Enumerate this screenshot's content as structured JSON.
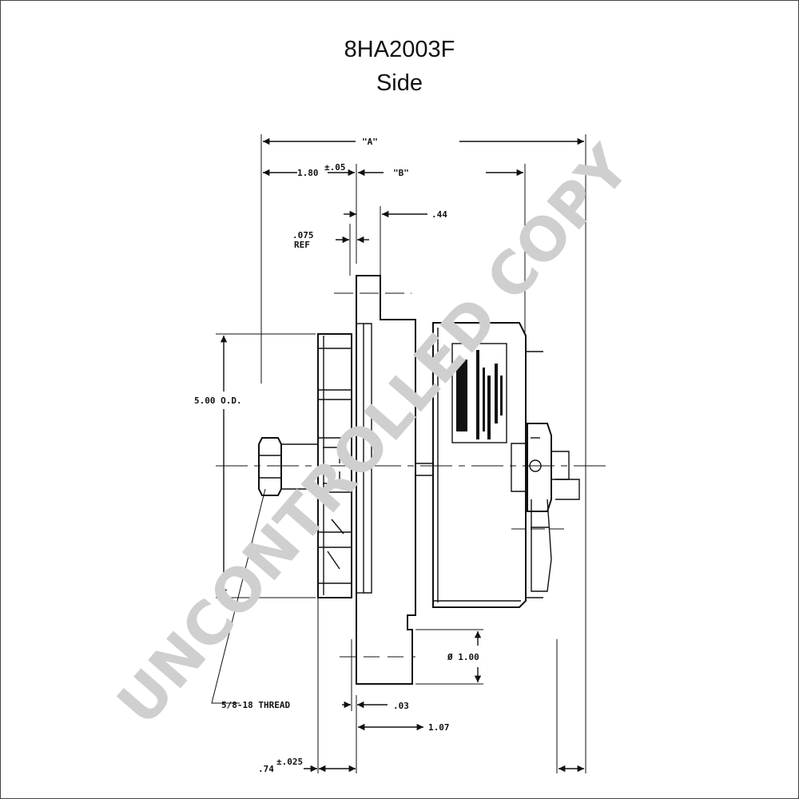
{
  "drawing": {
    "part_number": "8HA2003F",
    "view": "Side"
  },
  "watermark": "UNCONTROLLED COPY",
  "dimensions": {
    "overall": "\"A\"",
    "d180": "1.80",
    "d180_tol": "±.05",
    "b": "\"B\"",
    "d044": ".44",
    "d075": ".075",
    "ref": "REF",
    "od": "5.00 O.D.",
    "dia100": "Ø 1.00",
    "d003": ".03",
    "d107": "1.07",
    "thread": "5/8-18 THREAD",
    "d074": ".74",
    "d074_tol": "±.025"
  }
}
